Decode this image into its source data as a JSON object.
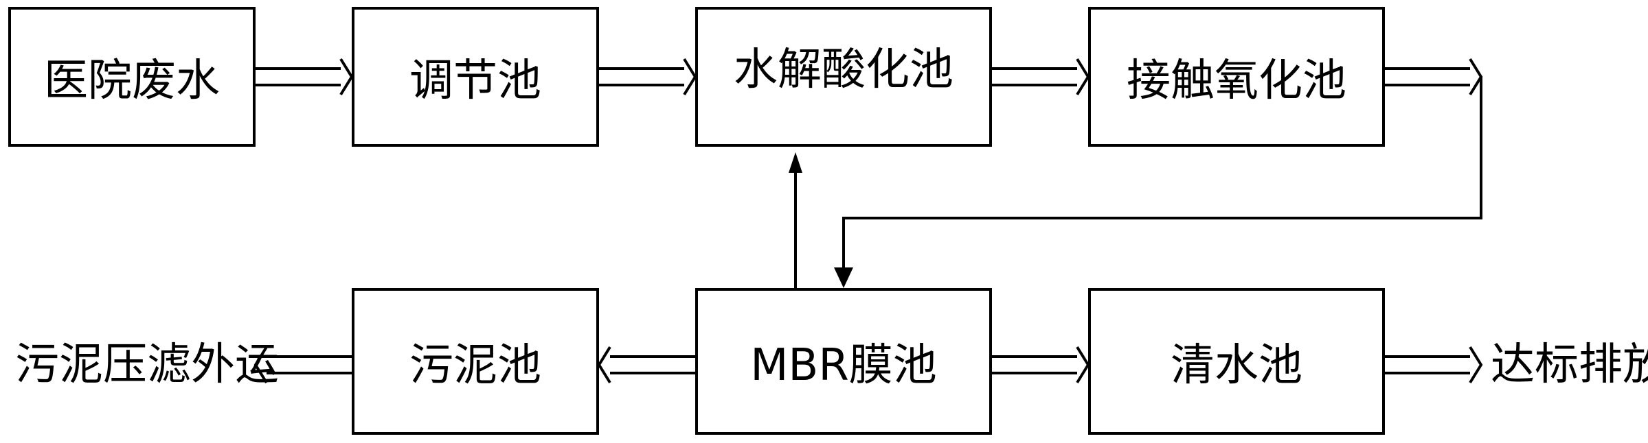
{
  "nodes": {
    "hospital_wastewater": "医院废水",
    "regulating_tank": "调节池",
    "hydrolysis_acidification_tank": "水解酸化池",
    "contact_oxidation_tank": "接触氧化池",
    "mbr_tank": "MBR膜池",
    "clear_water_tank": "清水池",
    "sludge_tank": "污泥池"
  },
  "outputs": {
    "sludge_disposal": "污泥压滤外运",
    "discharge": "达标排放"
  },
  "colors": {
    "line": "#000000",
    "background": "#ffffff"
  }
}
